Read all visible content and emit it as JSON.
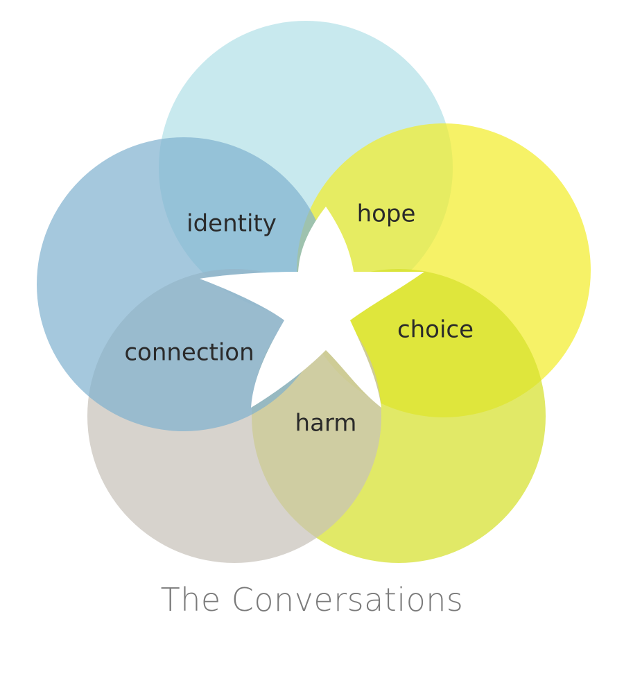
{
  "title": "The Conversations",
  "circles": [
    {
      "id": "identity",
      "color": "#a7dbe4"
    },
    {
      "id": "hope",
      "color": "#f2ec26"
    },
    {
      "id": "choice",
      "color": "#d6e12c"
    },
    {
      "id": "harm",
      "color": "#c8c2ba"
    },
    {
      "id": "connection",
      "color": "#7fb0cf"
    }
  ],
  "labels": {
    "identity": "identity",
    "hope": "hope",
    "choice": "choice",
    "harm": "harm",
    "connection": "connection"
  }
}
